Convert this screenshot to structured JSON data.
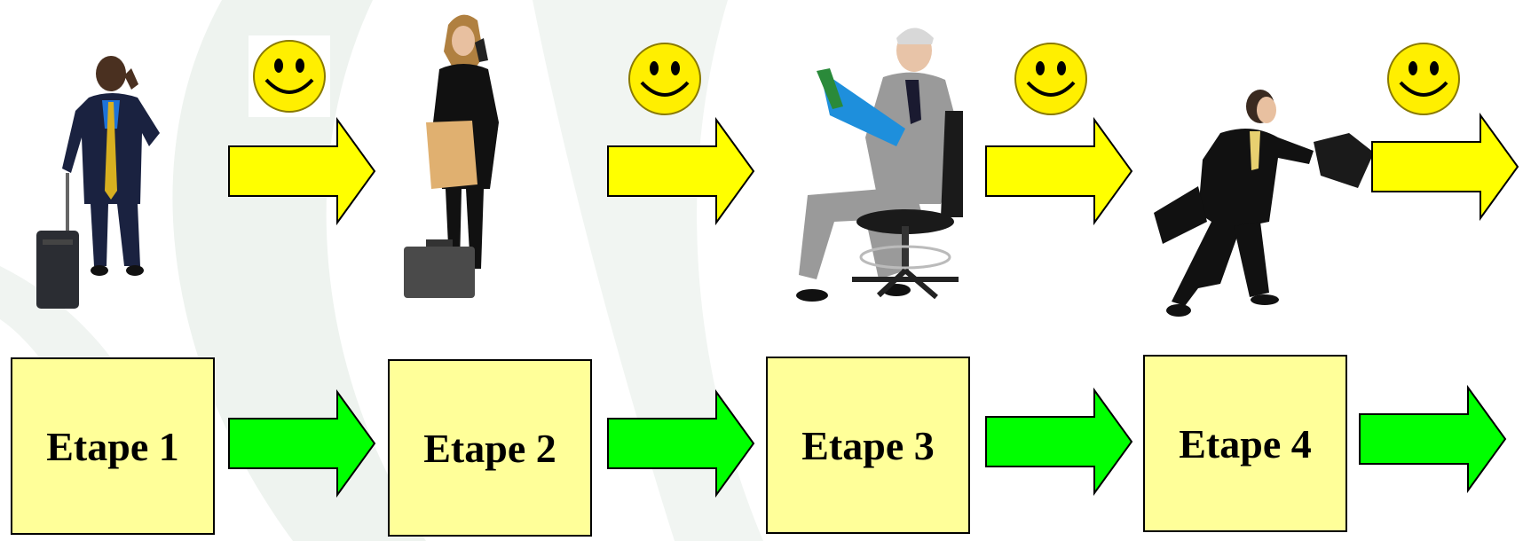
{
  "steps": [
    {
      "label": "Etape 1",
      "figure": "businessman-phone-suitcase-icon"
    },
    {
      "label": "Etape 2",
      "figure": "businesswoman-phone-briefcase-icon"
    },
    {
      "label": "Etape 3",
      "figure": "man-reading-folder-chair-icon"
    },
    {
      "label": "Etape 4",
      "figure": "man-running-briefcase-icon"
    }
  ],
  "icons": {
    "smiley": "smiley-face-icon",
    "top_arrow": "yellow-right-arrow-icon",
    "bottom_arrow": "green-right-arrow-icon"
  },
  "colors": {
    "step_box_fill": "#ffff99",
    "top_arrow_fill": "#ffff00",
    "bottom_arrow_fill": "#00ff00",
    "smiley_fill": "#ffef00",
    "background_swirl": "#eef3ef"
  }
}
